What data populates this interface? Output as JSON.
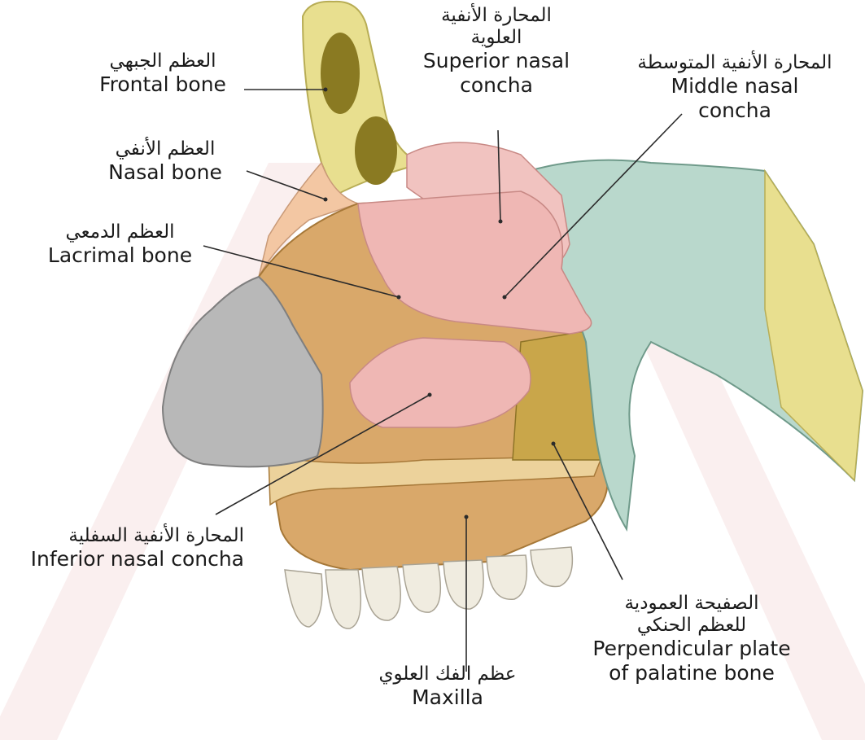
{
  "labels": {
    "frontal_bone": {
      "ar": "العظم الجبهي",
      "en": "Frontal bone"
    },
    "superior_nasal_concha": {
      "ar_line1": "المحارة الأنفية",
      "ar_line2": "العلوية",
      "en_line1": "Superior nasal",
      "en_line2": "concha"
    },
    "middle_nasal_concha": {
      "ar": "المحارة الأنفية المتوسطة",
      "en_line1": "Middle nasal",
      "en_line2": "concha"
    },
    "nasal_bone": {
      "ar": "العظم الأنفي",
      "en": "Nasal bone"
    },
    "lacrimal_bone": {
      "ar": "العظم الدمعي",
      "en": "Lacrimal bone"
    },
    "inferior_nasal_concha": {
      "ar": "المحارة الأنفية السفلية",
      "en": "Inferior nasal concha"
    },
    "maxilla": {
      "ar": "عظم الفك العلوي",
      "en": "Maxilla"
    },
    "perpendicular_plate": {
      "ar_line1": "الصفيحة العمودية",
      "ar_line2": "للعظم الحنكي",
      "en_line1": "Perpendicular plate",
      "en_line2": "of palatine bone"
    }
  },
  "colors": {
    "background_stripe": "#f6e2e2",
    "frontal_bone": "#e8df8f",
    "sinus": "#8a7a22",
    "nasal_bone": "#f3c7a3",
    "maxilla": "#d9a86a",
    "concha": "#efb7b4",
    "sphenoid": "#b9d8cc",
    "palatine": "#c9a64a",
    "cartilage": "#b8b8b8",
    "teeth": "#f0ece0",
    "leader_line": "#2b2b2b"
  }
}
